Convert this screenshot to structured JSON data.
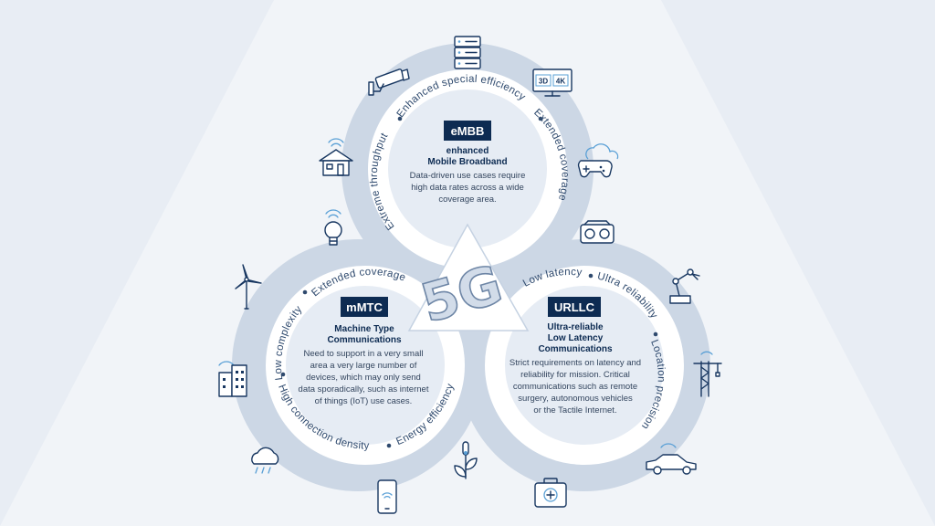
{
  "center_logo": "5G",
  "embb": {
    "badge": "eMBB",
    "title_line1": "enhanced",
    "title_line2": "Mobile Broadband",
    "desc": [
      "Data-driven use cases require",
      "high data rates across a wide",
      "coverage area."
    ],
    "ring_labels": [
      "Extreme throughput",
      "Enhanced special efficiency",
      "Extended coverage"
    ]
  },
  "mmtc": {
    "badge": "mMTC",
    "title_line1": "Machine Type",
    "title_line2": "Communications",
    "desc": [
      "Need to support in a very small",
      "area a very large number of",
      "devices, which may only send",
      "data sporadically, such as internet",
      "of things (IoT) use cases."
    ],
    "ring_labels": [
      "Low complexity",
      "Extended coverage",
      "High connection density",
      "Energy efficiency"
    ]
  },
  "urllc": {
    "badge": "URLLC",
    "title_line1": "Ultra-reliable",
    "title_line2": "Low Latency",
    "title_line3": "Communications",
    "desc": [
      "Strict requirements on latency and",
      "reliability for mission. Critical",
      "communications such as remote",
      "surgery, autonomous vehicles",
      "or the Tactile Internet."
    ],
    "ring_labels": [
      "Low latency",
      "Ultra reliability",
      "Location precision"
    ]
  },
  "icons": {
    "server": "server-icon",
    "tv": "tv-3d-4k-icon",
    "tv_labels": [
      "3D",
      "4K"
    ],
    "cctv": "cctv-camera-icon",
    "house": "smart-home-icon",
    "gamepad": "cloud-gaming-icon",
    "bulb": "smart-bulb-icon",
    "vr": "vr-headset-icon",
    "wind": "wind-turbine-icon",
    "robot": "robot-arm-icon",
    "building": "smart-building-icon",
    "crane": "crane-icon",
    "weather": "weather-cloud-icon",
    "car": "connected-car-icon",
    "phone": "smartphone-icon",
    "plant": "agriculture-sensor-icon",
    "medkit": "medical-kit-icon"
  },
  "colors": {
    "background": "#e8edf4",
    "background_light": "#f2f5f9",
    "circle_fill": "#ccd7e5",
    "ring_fill": "#ffffff",
    "badge": "#0d2b52",
    "text_dark": "#0d2b52",
    "icon_stroke": "#183761",
    "signal_accent": "#5aa0d6"
  }
}
